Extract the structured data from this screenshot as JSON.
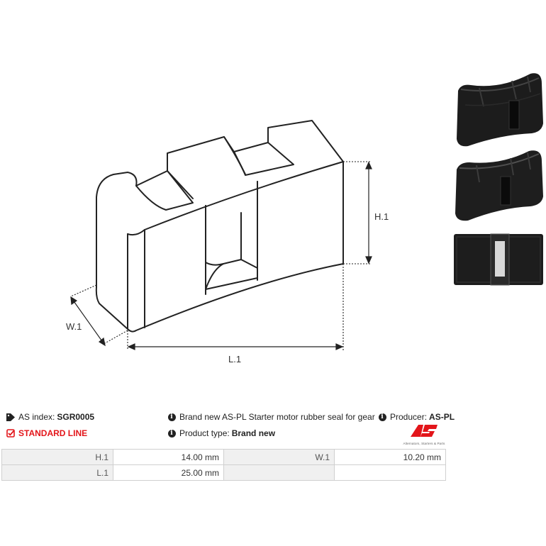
{
  "drawing": {
    "dim_h": "H.1",
    "dim_w": "W.1",
    "dim_l": "L.1",
    "line_color": "#222222"
  },
  "photos": [
    {
      "view": "angled-top"
    },
    {
      "view": "angled-front"
    },
    {
      "view": "flat"
    }
  ],
  "info": {
    "as_index_label": "AS index:",
    "as_index_value": "SGR0005",
    "description": "Brand new AS-PL Starter motor rubber seal for gear",
    "producer_label": "Producer:",
    "producer_value": "AS-PL",
    "standard_line": "STANDARD LINE",
    "product_type_label": "Product type:",
    "product_type_value": "Brand new",
    "accent_color": "#e3151a"
  },
  "logo": {
    "text": "AS",
    "subtitle": "Alternators, Starters & Parts"
  },
  "specs": {
    "rows": [
      [
        {
          "label": "H.1",
          "value": "14.00 mm"
        },
        {
          "label": "W.1",
          "value": "10.20 mm"
        }
      ],
      [
        {
          "label": "L.1",
          "value": "25.00 mm"
        },
        {
          "label": "",
          "value": ""
        }
      ]
    ]
  }
}
